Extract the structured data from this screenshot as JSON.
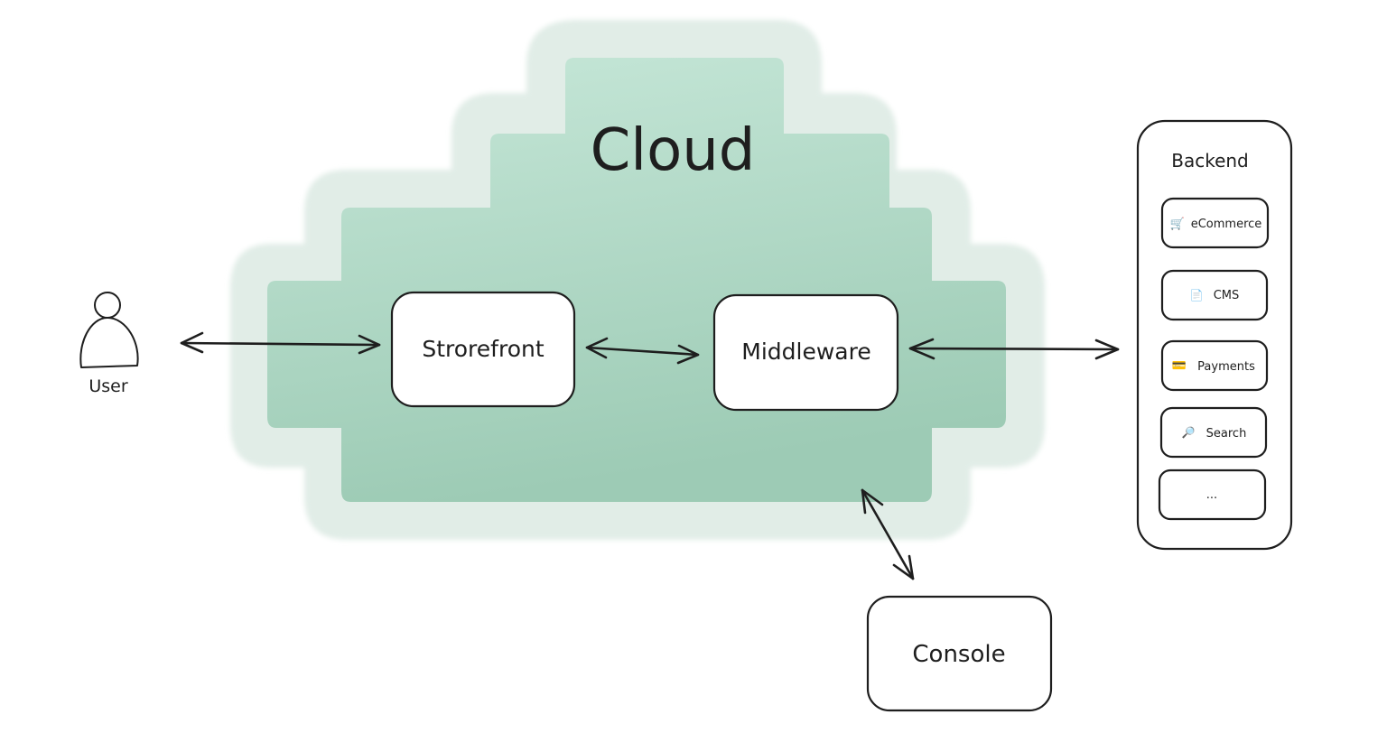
{
  "diagram": {
    "cloud": {
      "title": "Cloud",
      "colors": {
        "outer": "#e1ede7",
        "inner_top": "#c6e7d8",
        "inner_bottom": "#9dcbb5"
      }
    },
    "user": {
      "label": "User",
      "icon": "person-icon"
    },
    "nodes": {
      "storefront": "Strorefront",
      "middleware": "Middleware",
      "console": "Console"
    },
    "backend": {
      "title": "Backend",
      "items": [
        {
          "label": "eCommerce",
          "icon": "shopping-cart-icon",
          "glyph": "🛒"
        },
        {
          "label": "CMS",
          "icon": "document-icon",
          "glyph": "📄"
        },
        {
          "label": "Payments",
          "icon": "credit-card-icon",
          "glyph": "💳"
        },
        {
          "label": "Search",
          "icon": "magnifier-icon",
          "glyph": "🔎"
        },
        {
          "label": "...",
          "icon": "",
          "glyph": ""
        }
      ]
    },
    "connections": [
      {
        "from": "User",
        "to": "Strorefront",
        "direction": "bidirectional"
      },
      {
        "from": "Strorefront",
        "to": "Middleware",
        "direction": "bidirectional"
      },
      {
        "from": "Middleware",
        "to": "Backend",
        "direction": "bidirectional"
      },
      {
        "from": "Cloud",
        "to": "Console",
        "direction": "bidirectional"
      }
    ]
  }
}
